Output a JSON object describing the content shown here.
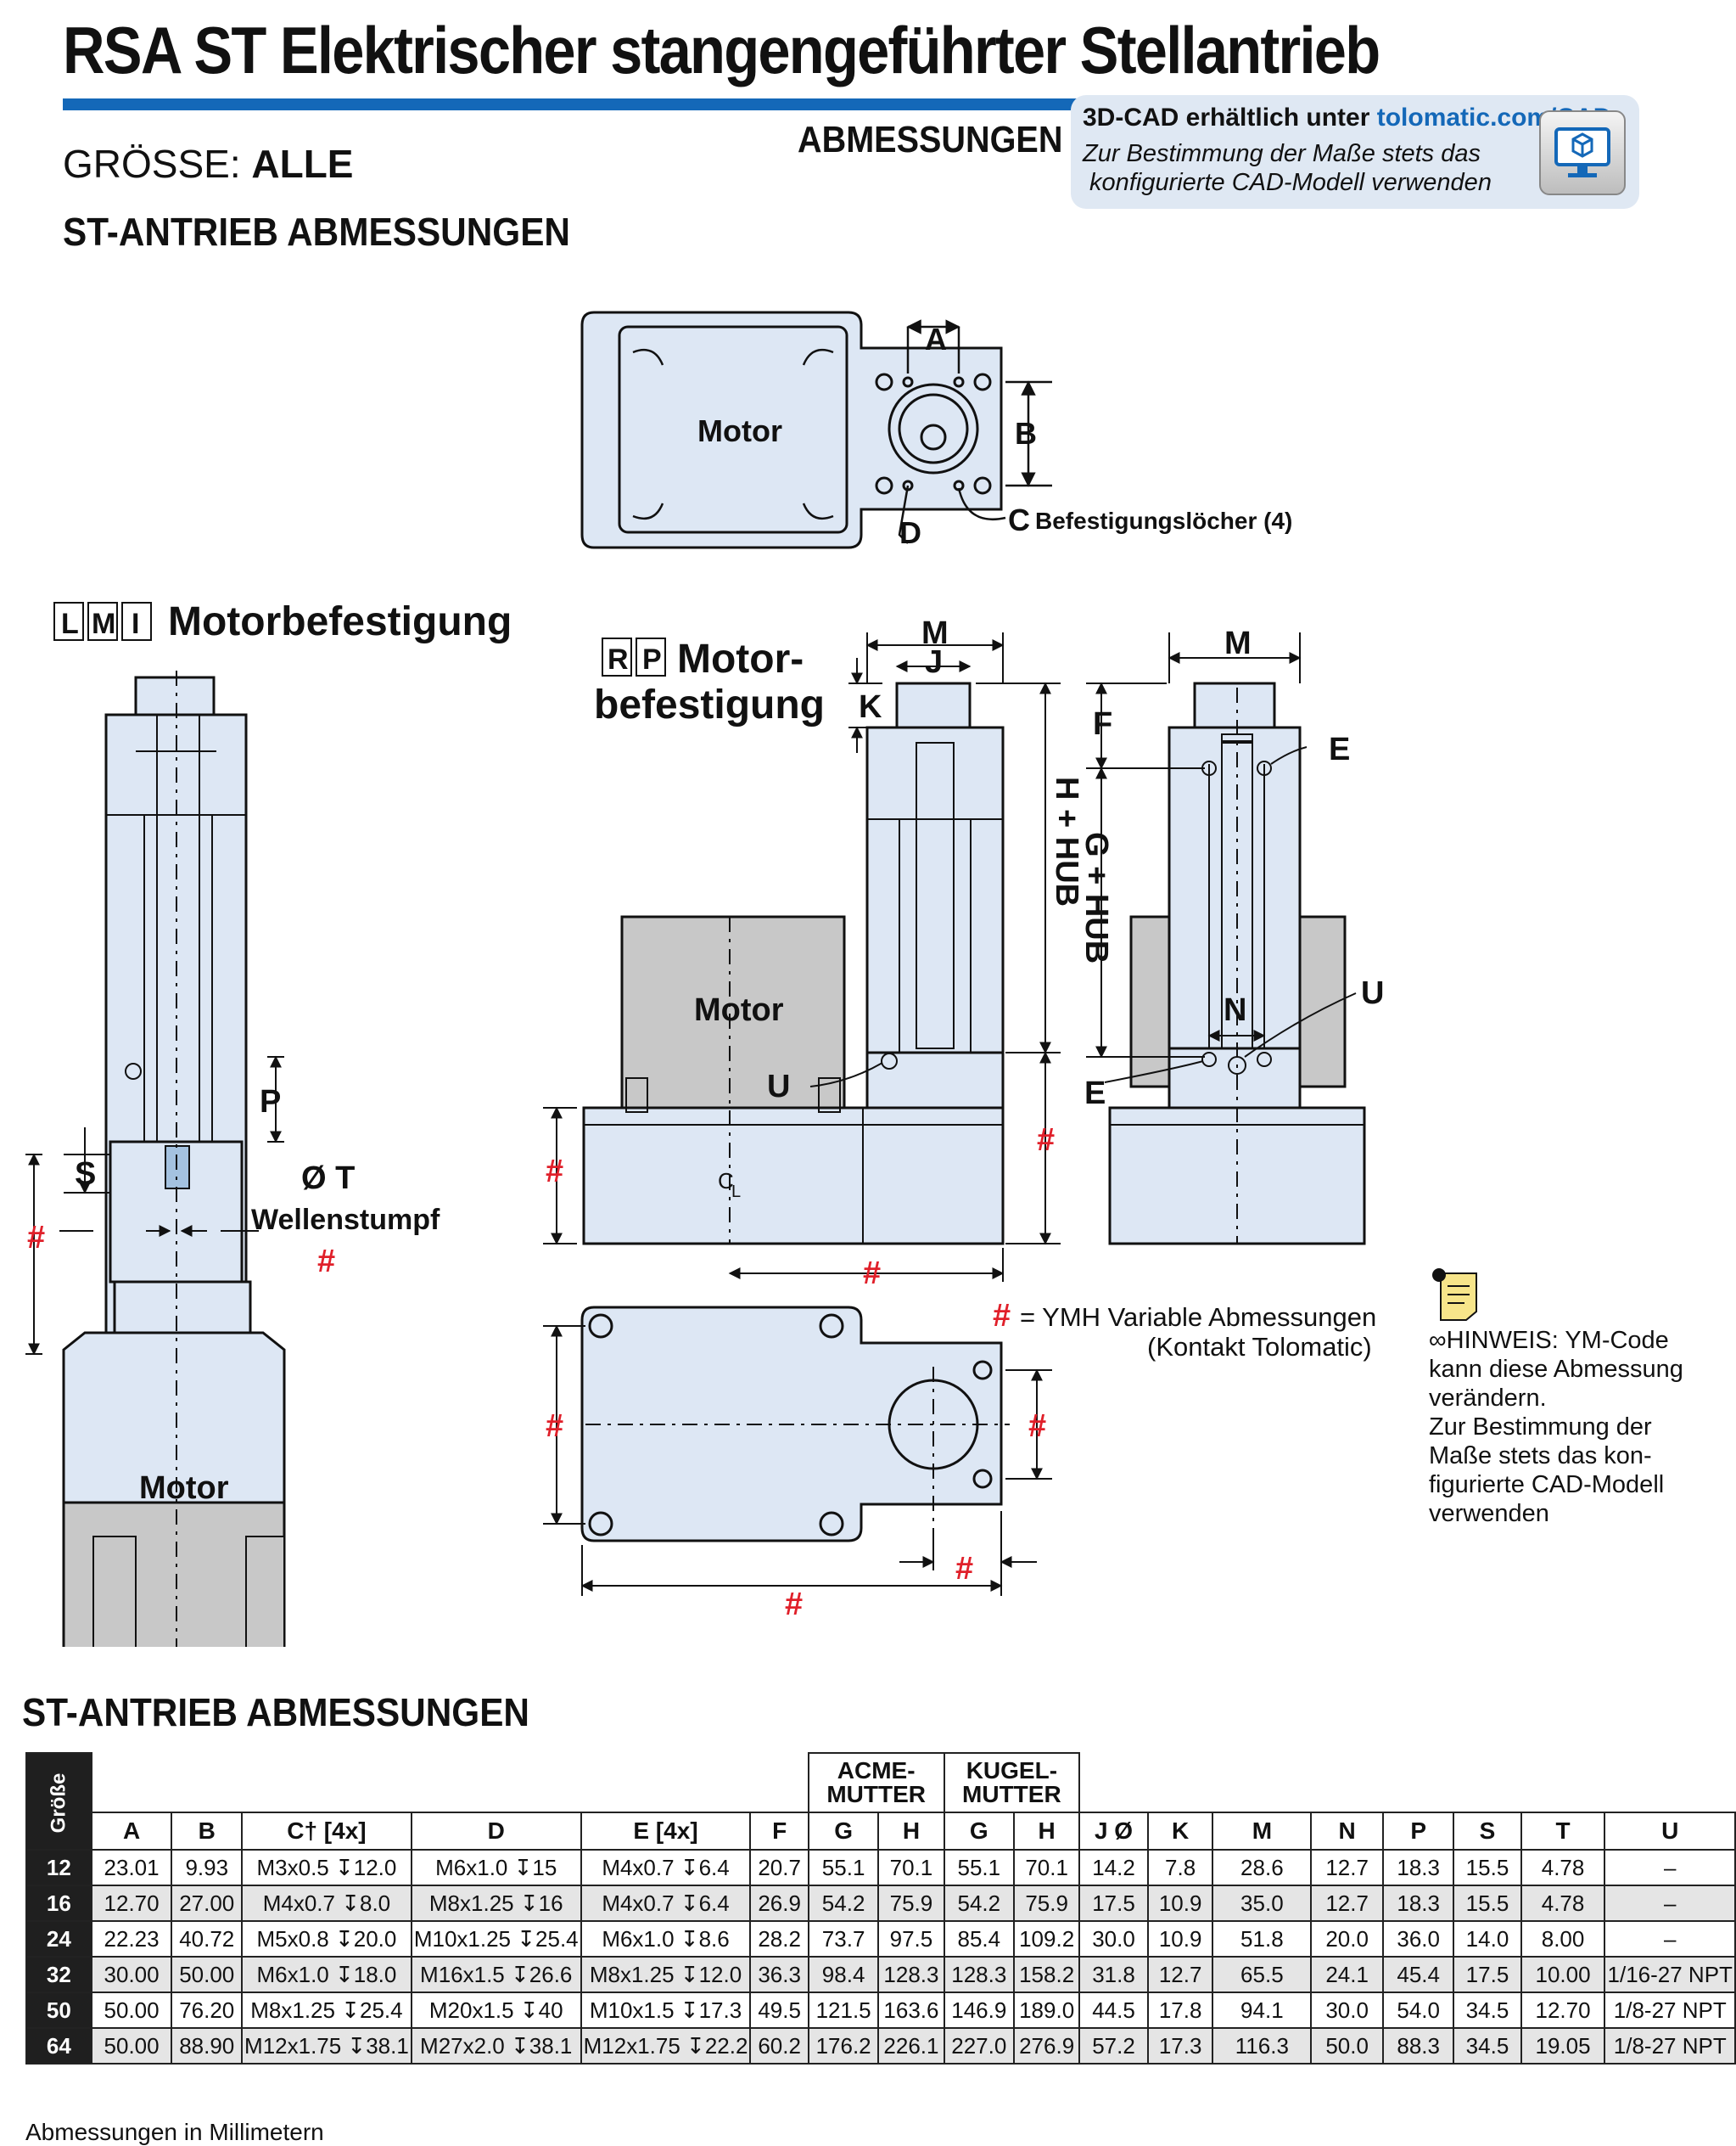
{
  "header": {
    "title": "RSA ST Elektrischer stangengeführter Stellantrieb",
    "size_label": "GRÖSSE:",
    "size_value": "ALLE",
    "section_title": "ST-ANTRIEB ABMESSUNGEN",
    "center_label": "ABMESSUNGEN"
  },
  "cad_box": {
    "line1_prefix": "3D-CAD erhältlich unter ",
    "line1_link": "tolomatic.com/CAD",
    "line2": "Zur Bestimmung der Maße stets das",
    "line3": " konfigurierte CAD-Modell verwenden",
    "icon": "cad-monitor-icon"
  },
  "drawing": {
    "lmi_badge": [
      "L",
      "M",
      "I"
    ],
    "lmi_title": "Motorbefestigung",
    "rp_badge": [
      "R",
      "P"
    ],
    "rp_title_1": "Motor-",
    "rp_title_2": "befestigung",
    "motor": "Motor",
    "mounting_holes": "Befestigungslöcher (4)",
    "shaft_label": "Ø T",
    "shaft_sub": "Wellenstumpf",
    "stroke_h": "H + HUB",
    "stroke_g": "G + HUB",
    "cl": "C",
    "cl_sub": "L",
    "hash": "#",
    "letters": {
      "A": "A",
      "B": "B",
      "C": "C",
      "D": "D",
      "E": "E",
      "F": "F",
      "J": "J",
      "K": "K",
      "M": "M",
      "N": "N",
      "P": "P",
      "S": "S",
      "U": "U"
    },
    "legend_hash": "#",
    "legend_l1": "= YMH Variable Abmessungen",
    "legend_l2": "(Kontakt Tolomatic)"
  },
  "note": {
    "icon": "note-icon",
    "lines": [
      "∞HINWEIS: YM-Code",
      "kann diese Abmessung",
      "verändern.",
      "Zur Bestimmung der",
      "Maße stets das kon-",
      "figurierte CAD-Modell",
      "verwenden"
    ]
  },
  "table": {
    "title": "ST-ANTRIEB ABMESSUNGEN",
    "size_header": "Größe",
    "group_acme": [
      "ACME-",
      "MUTTER"
    ],
    "group_kugel": [
      "KUGEL-",
      "MUTTER"
    ],
    "columns": [
      "A",
      "B",
      "C† [4x]",
      "D",
      "E [4x]",
      "F",
      "G",
      "H",
      "G",
      "H",
      "J Ø",
      "K",
      "M",
      "N",
      "P",
      "S",
      "T",
      "U"
    ],
    "rows": [
      {
        "size": "12",
        "cells": [
          "23.01",
          "9.93",
          "M3x0.5 ↧12.0",
          "M6x1.0 ↧15",
          "M4x0.7 ↧6.4",
          "20.7",
          "55.1",
          "70.1",
          "55.1",
          "70.1",
          "14.2",
          "7.8",
          "28.6",
          "12.7",
          "18.3",
          "15.5",
          "4.78",
          "–"
        ]
      },
      {
        "size": "16",
        "cells": [
          "12.70",
          "27.00",
          "M4x0.7 ↧8.0",
          "M8x1.25 ↧16",
          "M4x0.7 ↧6.4",
          "26.9",
          "54.2",
          "75.9",
          "54.2",
          "75.9",
          "17.5",
          "10.9",
          "35.0",
          "12.7",
          "18.3",
          "15.5",
          "4.78",
          "–"
        ]
      },
      {
        "size": "24",
        "cells": [
          "22.23",
          "40.72",
          "M5x0.8 ↧20.0",
          "M10x1.25 ↧25.4",
          "M6x1.0 ↧8.6",
          "28.2",
          "73.7",
          "97.5",
          "85.4",
          "109.2",
          "30.0",
          "10.9",
          "51.8",
          "20.0",
          "36.0",
          "14.0",
          "8.00",
          "–"
        ]
      },
      {
        "size": "32",
        "cells": [
          "30.00",
          "50.00",
          "M6x1.0 ↧18.0",
          "M16x1.5 ↧26.6",
          "M8x1.25 ↧12.0",
          "36.3",
          "98.4",
          "128.3",
          "128.3",
          "158.2",
          "31.8",
          "12.7",
          "65.5",
          "24.1",
          "45.4",
          "17.5",
          "10.00",
          "1/16-27 NPT"
        ]
      },
      {
        "size": "50",
        "cells": [
          "50.00",
          "76.20",
          "M8x1.25 ↧25.4",
          "M20x1.5 ↧40",
          "M10x1.5 ↧17.3",
          "49.5",
          "121.5",
          "163.6",
          "146.9",
          "189.0",
          "44.5",
          "17.8",
          "94.1",
          "30.0",
          "54.0",
          "34.5",
          "12.70",
          "1/8-27 NPT"
        ]
      },
      {
        "size": "64",
        "cells": [
          "50.00",
          "88.90",
          "M12x1.75 ↧38.1",
          "M27x2.0 ↧38.1",
          "M12x1.75 ↧22.2",
          "60.2",
          "176.2",
          "226.1",
          "227.0",
          "276.9",
          "57.2",
          "17.3",
          "116.3",
          "50.0",
          "88.3",
          "34.5",
          "19.05",
          "1/8-27 NPT"
        ]
      }
    ],
    "footnote": "Abmessungen in Millimetern"
  },
  "colors": {
    "accent": "#1468b8",
    "part_fill": "#dde7f4",
    "motor_fill": "#c8c8c8",
    "hash_red": "#e0202a"
  }
}
